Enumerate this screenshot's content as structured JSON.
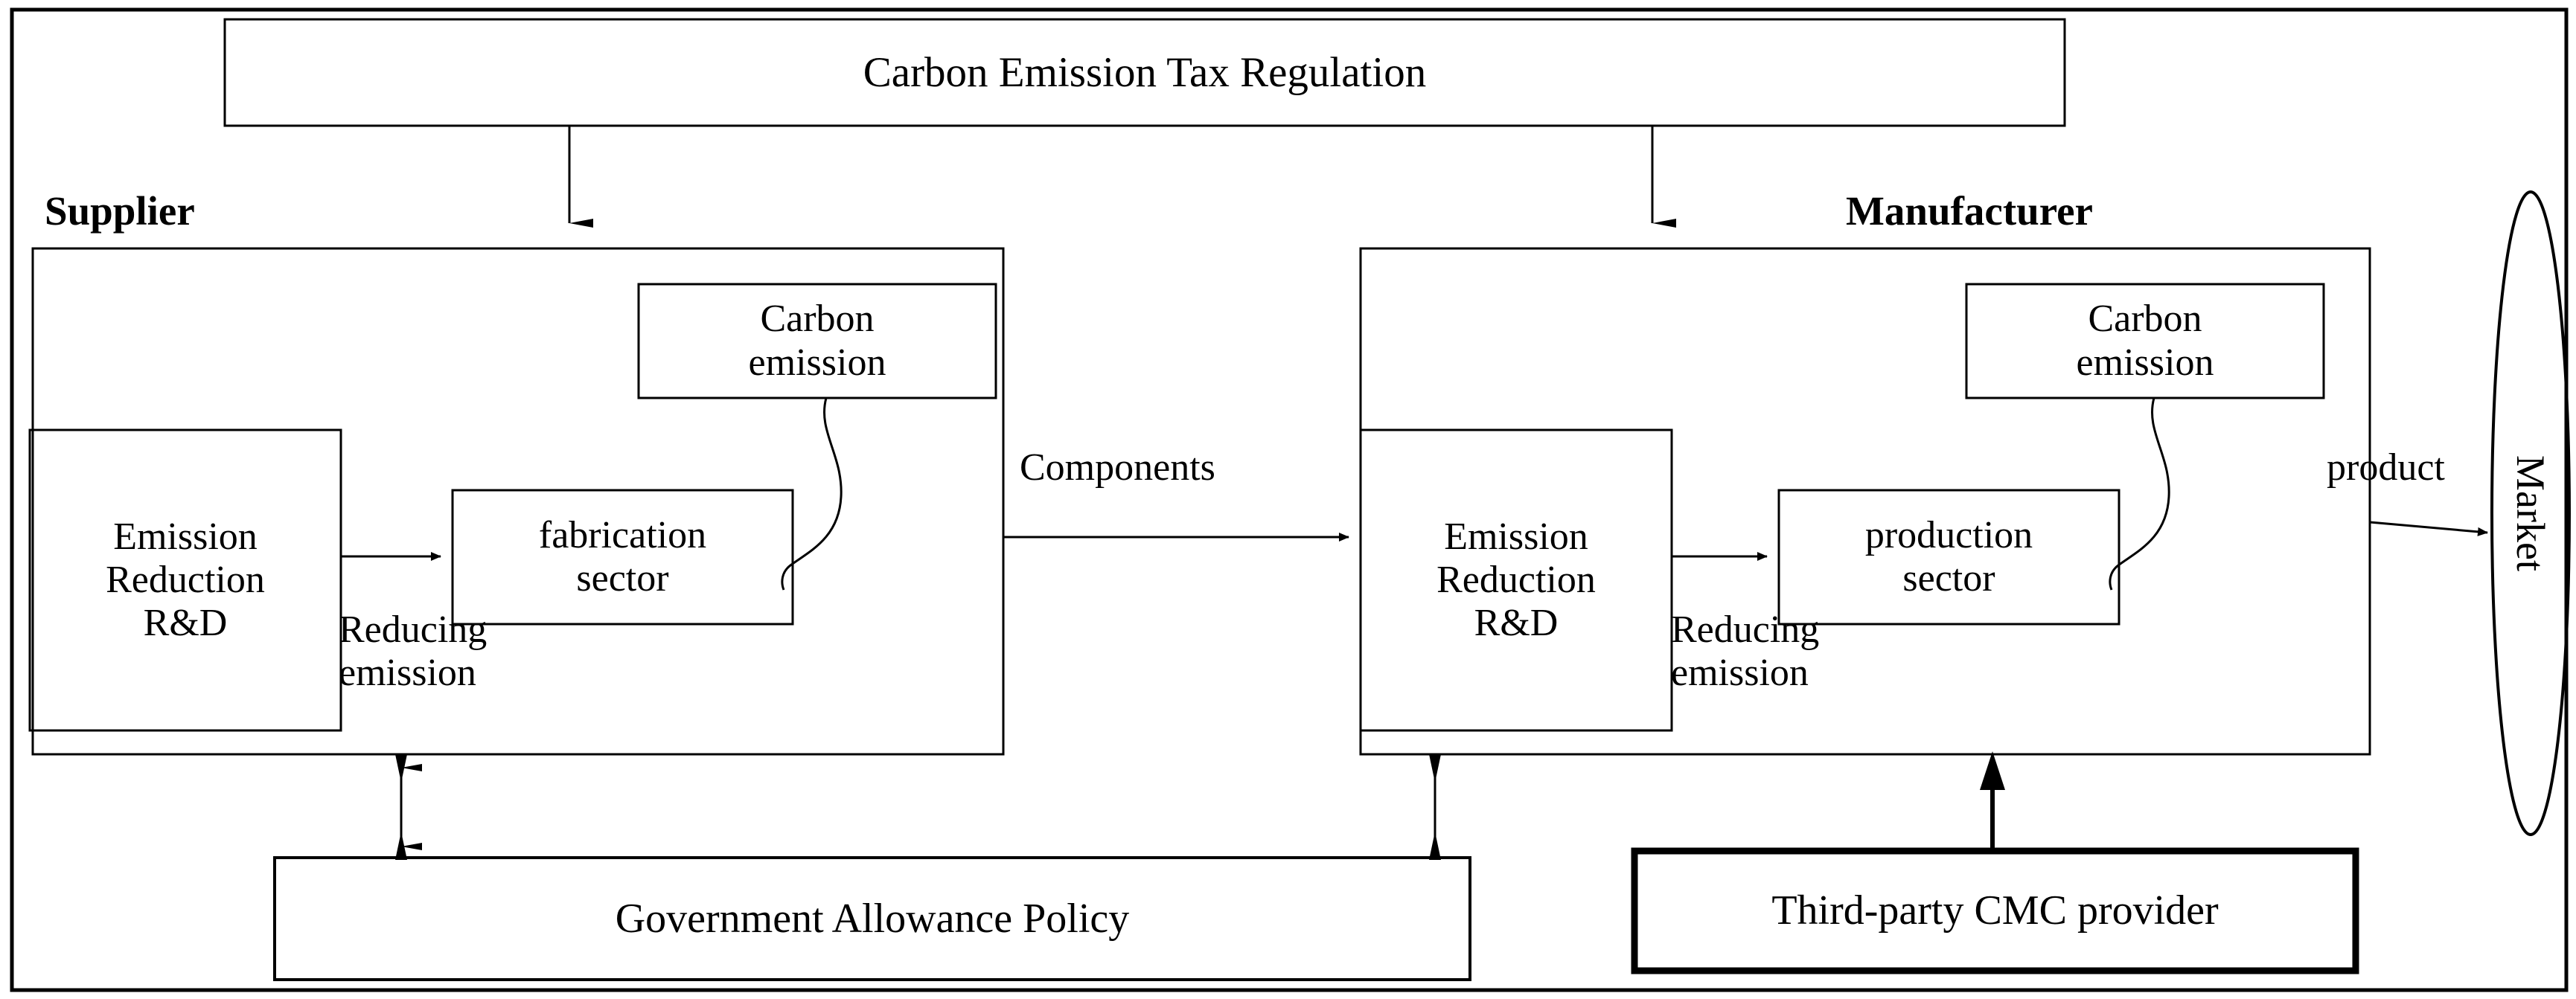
{
  "diagram": {
    "title_box": {
      "label": "Carbon Emission Tax Regulation"
    },
    "actors": {
      "supplier": {
        "label": "Supplier"
      },
      "manufacturer": {
        "label": "Manufacturer"
      }
    },
    "supplier": {
      "rnd_box": "Emission\nReduction\nR&D",
      "sector_box": "fabrication\nsector",
      "carbon_box": "Carbon\nemission",
      "reducing_label": "Reducing\nemission"
    },
    "manufacturer": {
      "rnd_box": "Emission\nReduction\nR&D",
      "sector_box": "production\nsector",
      "carbon_box": "Carbon\nemission",
      "reducing_label": "Reducing\nemission"
    },
    "flow_labels": {
      "components": "Components",
      "product": "product"
    },
    "market": {
      "label": "Market"
    },
    "bottom": {
      "government": "Government Allowance Policy",
      "cmc": "Third-party CMC provider"
    },
    "colors": {
      "stroke": "#000000",
      "background": "#ffffff"
    }
  }
}
